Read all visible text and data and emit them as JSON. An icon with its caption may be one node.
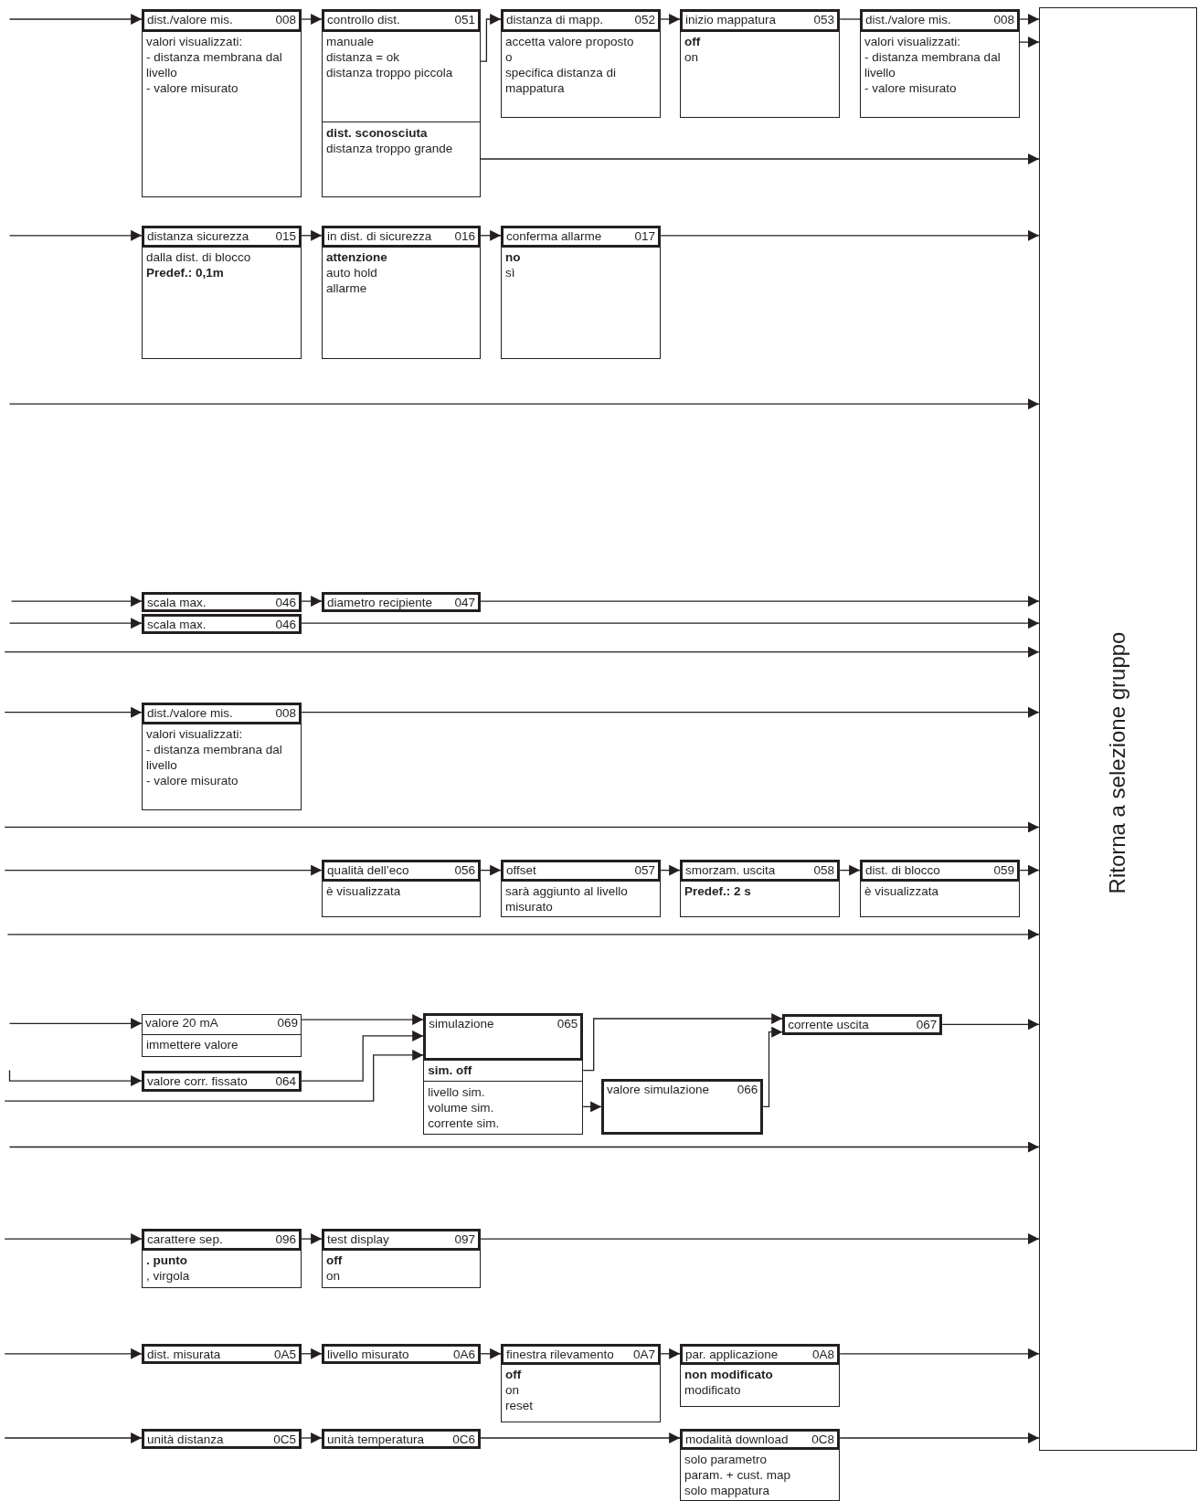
{
  "diagram": {
    "nodes": [
      {
        "text": [
          "dist./valore mis.",
          "008",
          "valori visualizzati:",
          "- distanza membrana dal livello",
          "- valore misurato"
        ]
      },
      {
        "text": [
          "controllo dist.",
          "051",
          "manuale",
          "distanza = ok",
          "distanza troppo piccola",
          "**dist. sconosciuta**",
          "distanza troppo grande"
        ]
      },
      {
        "text": [
          "distanza di mapp.",
          "052",
          "accetta valore proposto",
          "o",
          "specifica distanza di mappatura"
        ]
      },
      {
        "text": [
          "inizio mappatura",
          "053",
          "**off**",
          "on"
        ]
      },
      {
        "text": [
          "dist./valore mis.",
          "008",
          "valori visualizzati:",
          "- distanza membrana dal livello",
          "- valore misurato"
        ]
      },
      {
        "text": [
          "distanza sicurezza",
          "015",
          "dalla dist. di blocco",
          "**Predef.: 0,1m**"
        ]
      },
      {
        "text": [
          "in dist. di sicurezza",
          "016",
          "**attenzione**",
          "auto hold",
          "allarme"
        ]
      },
      {
        "text": [
          "conferma allarme",
          "017",
          "**no**",
          "sì"
        ]
      },
      {
        "text": [
          "scala max.",
          "046"
        ]
      },
      {
        "text": [
          "diametro recipiente",
          "047"
        ]
      },
      {
        "text": [
          "scala max.",
          "046"
        ]
      },
      {
        "text": [
          "dist./valore mis.",
          "008",
          "valori visualizzati:",
          "- distanza membrana dal livello",
          "- valore misurato"
        ]
      },
      {
        "text": [
          "qualità dell’eco",
          "056",
          "è visualizzata"
        ]
      },
      {
        "text": [
          "offset",
          "057",
          "sarà aggiunto al livello misurato"
        ]
      },
      {
        "text": [
          "smorzam. uscita",
          "058",
          "**Predef.: 2 s**"
        ]
      },
      {
        "text": [
          "dist. di blocco",
          "059",
          "è visualizzata"
        ]
      },
      {
        "text": [
          "valore 20 mA",
          "069",
          "immettere valore"
        ]
      },
      {
        "text": [
          "valore corr. fissato",
          "064"
        ]
      },
      {
        "text": [
          "simulazione",
          "065",
          "**sim. off**",
          "livello sim.",
          "volume sim.",
          "corrente sim."
        ]
      },
      {
        "text": [
          "valore simulazione",
          "066"
        ]
      },
      {
        "text": [
          "corrente uscita",
          "067"
        ]
      },
      {
        "text": [
          "carattere sep.",
          "096",
          "**. punto**",
          ", virgola"
        ]
      },
      {
        "text": [
          "test display",
          "097",
          "**off**",
          "on"
        ]
      },
      {
        "text": [
          "dist. misurata",
          "0A5"
        ]
      },
      {
        "text": [
          "livello misurato",
          "0A6"
        ]
      },
      {
        "text": [
          "finestra rilevamento",
          "0A7",
          "**off**",
          "on",
          "reset"
        ]
      },
      {
        "text": [
          "par. applicazione",
          "0A8",
          "**non modificato**",
          "modificato"
        ]
      },
      {
        "text": [
          "unità distanza",
          "0C5"
        ]
      },
      {
        "text": [
          "unità temperatura",
          "0C6"
        ]
      },
      {
        "text": [
          "modalità download",
          "0C8",
          "solo parametro",
          "param. + cust. map",
          "solo mappatura"
        ]
      },
      {
        "text": [
          "Ritorna a selezione gruppo"
        ]
      }
    ],
    "edges": [
      {
        "from": null,
        "to": 0,
        "arrow": "to"
      },
      {
        "from": 0,
        "to": 1,
        "arrow": "to"
      },
      {
        "from": 1,
        "to": 2,
        "arrow": "to"
      },
      {
        "from": 2,
        "to": 3,
        "arrow": "to"
      },
      {
        "from": 3,
        "to": 4,
        "arrow": "none"
      },
      {
        "from": 4,
        "to": 30,
        "arrow": "to"
      },
      {
        "from": 4,
        "to": 30,
        "arrow": "to"
      },
      {
        "from": 1,
        "to": 30,
        "arrow": "to"
      },
      {
        "from": null,
        "to": 5,
        "arrow": "to"
      },
      {
        "from": 5,
        "to": 6,
        "arrow": "to"
      },
      {
        "from": 6,
        "to": 7,
        "arrow": "to"
      },
      {
        "from": 7,
        "to": 30,
        "arrow": "to"
      },
      {
        "from": null,
        "to": 30,
        "arrow": "to"
      },
      {
        "from": null,
        "to": 8,
        "arrow": "to"
      },
      {
        "from": 8,
        "to": 9,
        "arrow": "to"
      },
      {
        "from": 9,
        "to": 30,
        "arrow": "to"
      },
      {
        "from": null,
        "to": 10,
        "arrow": "to"
      },
      {
        "from": 10,
        "to": 30,
        "arrow": "to"
      },
      {
        "from": null,
        "to": 30,
        "arrow": "to"
      },
      {
        "from": null,
        "to": 11,
        "arrow": "to"
      },
      {
        "from": 11,
        "to": 30,
        "arrow": "to"
      },
      {
        "from": null,
        "to": 30,
        "arrow": "to"
      },
      {
        "from": null,
        "to": 12,
        "arrow": "to"
      },
      {
        "from": 12,
        "to": 13,
        "arrow": "to"
      },
      {
        "from": 13,
        "to": 14,
        "arrow": "to"
      },
      {
        "from": 14,
        "to": 15,
        "arrow": "to"
      },
      {
        "from": 15,
        "to": 30,
        "arrow": "to"
      },
      {
        "from": null,
        "to": 30,
        "arrow": "to"
      },
      {
        "from": null,
        "to": 16,
        "arrow": "to"
      },
      {
        "from": null,
        "to": 17,
        "arrow": "to"
      },
      {
        "from": 16,
        "to": 18,
        "arrow": "to"
      },
      {
        "from": 17,
        "to": 18,
        "arrow": "to"
      },
      {
        "from": null,
        "to": 18,
        "arrow": "to"
      },
      {
        "from": 18,
        "to": 20,
        "arrow": "to"
      },
      {
        "from": 18,
        "to": 19,
        "arrow": "to"
      },
      {
        "from": 19,
        "to": 20,
        "arrow": "to"
      },
      {
        "from": 20,
        "to": 30,
        "arrow": "to"
      },
      {
        "from": null,
        "to": 30,
        "arrow": "to"
      },
      {
        "from": null,
        "to": 21,
        "arrow": "to"
      },
      {
        "from": 21,
        "to": 22,
        "arrow": "to"
      },
      {
        "from": 22,
        "to": 30,
        "arrow": "to"
      },
      {
        "from": null,
        "to": 23,
        "arrow": "to"
      },
      {
        "from": 23,
        "to": 24,
        "arrow": "to"
      },
      {
        "from": 24,
        "to": 25,
        "arrow": "to"
      },
      {
        "from": 25,
        "to": 26,
        "arrow": "to"
      },
      {
        "from": 26,
        "to": 30,
        "arrow": "to"
      },
      {
        "from": null,
        "to": 27,
        "arrow": "to"
      },
      {
        "from": 27,
        "to": 28,
        "arrow": "to"
      },
      {
        "from": 28,
        "to": 29,
        "arrow": "to"
      },
      {
        "from": 29,
        "to": 30,
        "arrow": "to"
      }
    ]
  }
}
